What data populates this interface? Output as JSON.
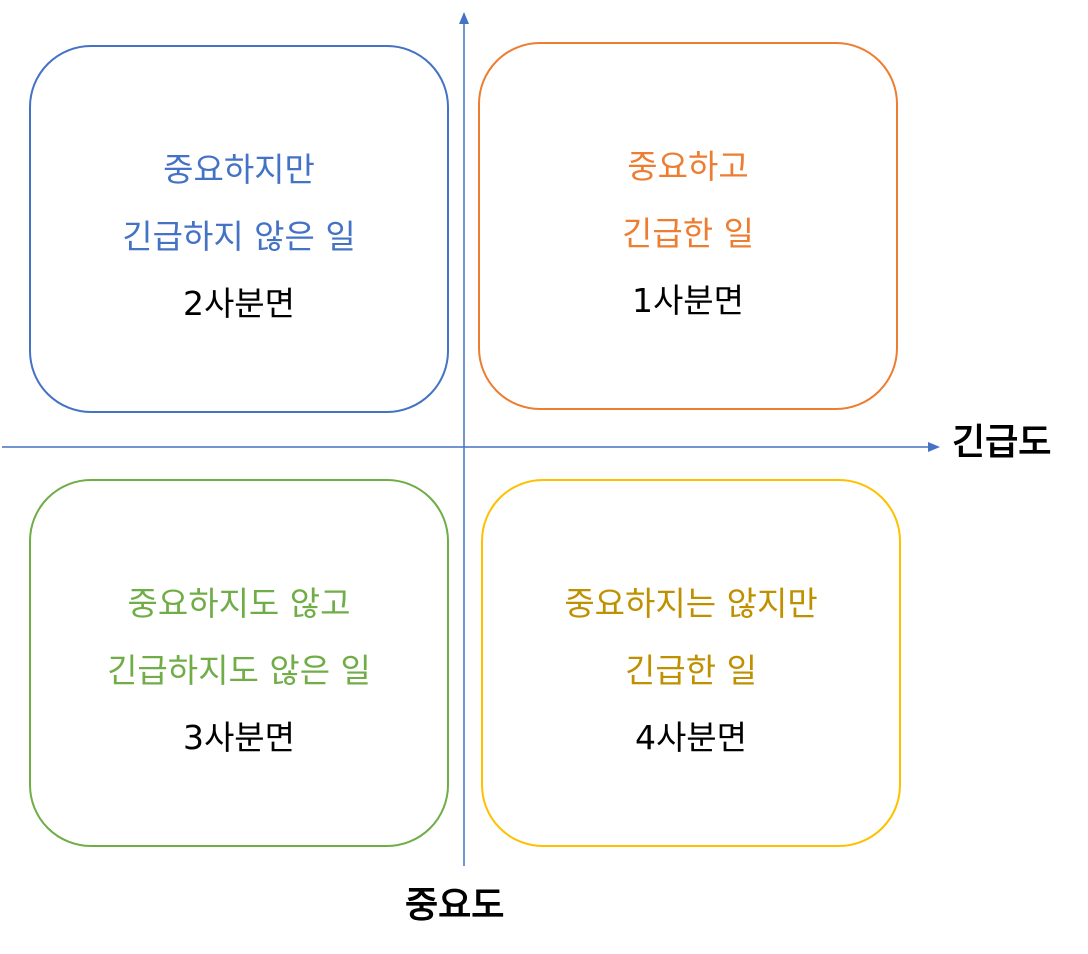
{
  "axes": {
    "x_label": "긴급도",
    "y_label": "중요도",
    "color": "#4472c4"
  },
  "quadrants": {
    "q1": {
      "line1": "중요하고",
      "line2": "긴급한 일",
      "name": "1사분면",
      "color": "#ed7d31"
    },
    "q2": {
      "line1": "중요하지만",
      "line2": "긴급하지 않은 일",
      "name": "2사분면",
      "color": "#4472c4"
    },
    "q3": {
      "line1": "중요하지도 않고",
      "line2": "긴급하지도 않은 일",
      "name": "3사분면",
      "color": "#70ad47"
    },
    "q4": {
      "line1": "중요하지는 않지만",
      "line2": "긴급한 일",
      "name": "4사분면",
      "color": "#ffc000",
      "text_color": "#bf9000"
    }
  }
}
